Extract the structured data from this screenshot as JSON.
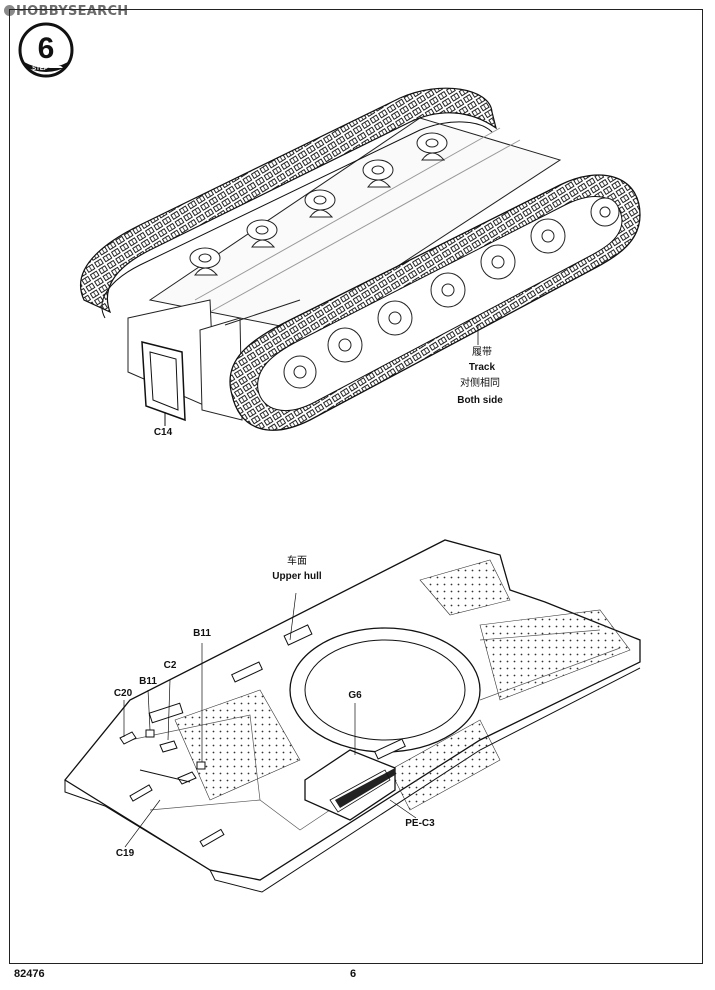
{
  "watermark": {
    "brand": "HOBBY",
    "suffix": "SEARCH"
  },
  "step": {
    "number": "6",
    "label": "STEP"
  },
  "top_assembly": {
    "track": {
      "chinese": "履带",
      "english": "Track",
      "note_chinese": "对侧相同",
      "note_english": "Both side"
    },
    "part_c14": "C14"
  },
  "bottom_assembly": {
    "upper_hull": {
      "chinese": "车面",
      "english": "Upper hull"
    },
    "parts": {
      "b11_a": "B11",
      "c2": "C2",
      "b11_b": "B11",
      "c20": "C20",
      "g6": "G6",
      "pe_c3": "PE-C3",
      "c19": "C19"
    }
  },
  "footer": {
    "kit_number": "82476",
    "page_number": "6"
  }
}
